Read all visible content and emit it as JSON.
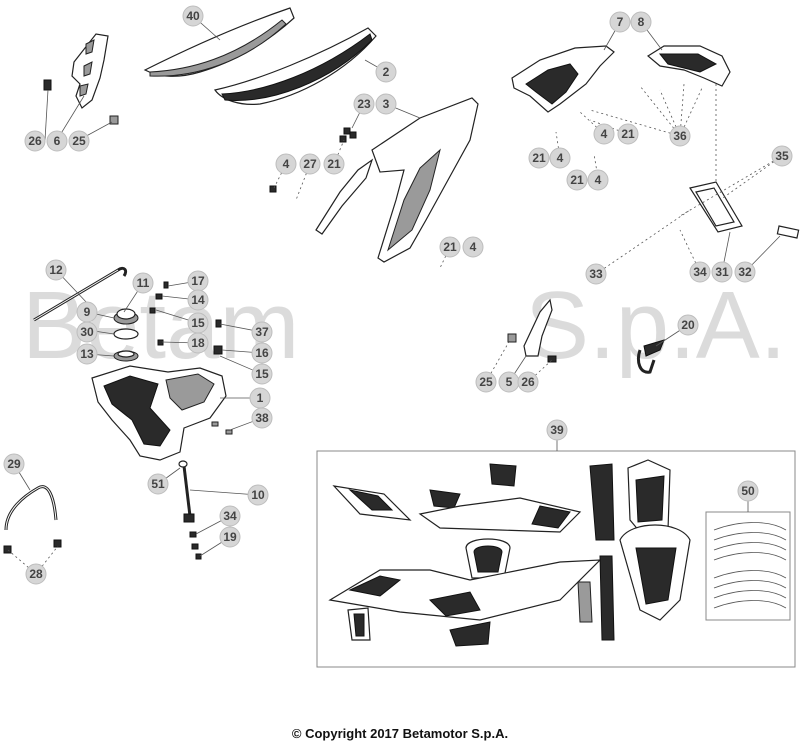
{
  "watermark": {
    "left": "Betam",
    "right": "S.p.A."
  },
  "copyright": "© Copyright 2017 Betamotor S.p.A.",
  "callouts": {
    "c1": "1",
    "c2": "2",
    "c3": "3",
    "c4a": "4",
    "c4b": "4",
    "c4c": "4",
    "c4d": "4",
    "c4e": "4",
    "c5": "5",
    "c6": "6",
    "c7": "7",
    "c8": "8",
    "c9": "9",
    "c10": "10",
    "c11": "11",
    "c12": "12",
    "c13": "13",
    "c14": "14",
    "c15a": "15",
    "c15b": "15",
    "c16": "16",
    "c17": "17",
    "c18": "18",
    "c19": "19",
    "c20": "20",
    "c21a": "21",
    "c21b": "21",
    "c21c": "21",
    "c21d": "21",
    "c21e": "21",
    "c23": "23",
    "c25a": "25",
    "c25b": "25",
    "c26a": "26",
    "c26b": "26",
    "c27": "27",
    "c28": "28",
    "c29": "29",
    "c30": "30",
    "c31": "31",
    "c32": "32",
    "c33": "33",
    "c34a": "34",
    "c34b": "34",
    "c35": "35",
    "c36": "36",
    "c37": "37",
    "c38": "38",
    "c39": "39",
    "c40": "40",
    "c50": "50",
    "c51": "51"
  }
}
